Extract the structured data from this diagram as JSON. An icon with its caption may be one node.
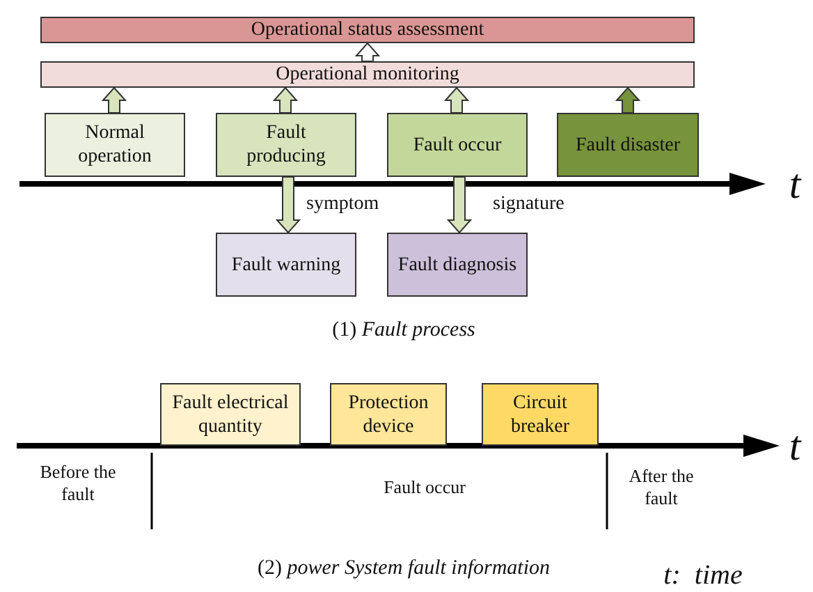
{
  "diagram": {
    "nodes": [
      {
        "text": [
          "Operational status assessment"
        ]
      },
      {
        "text": [
          "Operational monitoring"
        ]
      },
      {
        "text": [
          "Normal operation"
        ]
      },
      {
        "text": [
          "Fault producing"
        ]
      },
      {
        "text": [
          "Fault occur"
        ]
      },
      {
        "text": [
          "Fault disaster"
        ]
      },
      {
        "text": [
          "Fault warning"
        ]
      },
      {
        "text": [
          "Fault diagnosis"
        ]
      },
      {
        "text": [
          "Fault electrical quantity"
        ]
      },
      {
        "text": [
          "Protection device"
        ]
      },
      {
        "text": [
          "Circuit breaker"
        ]
      }
    ],
    "edges": [
      {
        "from": 1,
        "to": 0,
        "arrow": "to",
        "color": "#ffffff"
      },
      {
        "from": 2,
        "to": 1,
        "arrow": "to"
      },
      {
        "from": 3,
        "to": 1,
        "arrow": "to"
      },
      {
        "from": 4,
        "to": 1,
        "arrow": "to"
      },
      {
        "from": 5,
        "to": 1,
        "arrow": "to",
        "color": "#77933c"
      },
      {
        "from": 3,
        "to": 6,
        "arrow": "to",
        "label": "symptom"
      },
      {
        "from": 4,
        "to": 7,
        "arrow": "to",
        "label": "signature"
      }
    ],
    "labels": [
      "t",
      "(1) *Fault process*",
      "t",
      "Before the fault",
      "Fault occur",
      "After the fault",
      "(2) *power System fault information*",
      "t:  time"
    ]
  }
}
